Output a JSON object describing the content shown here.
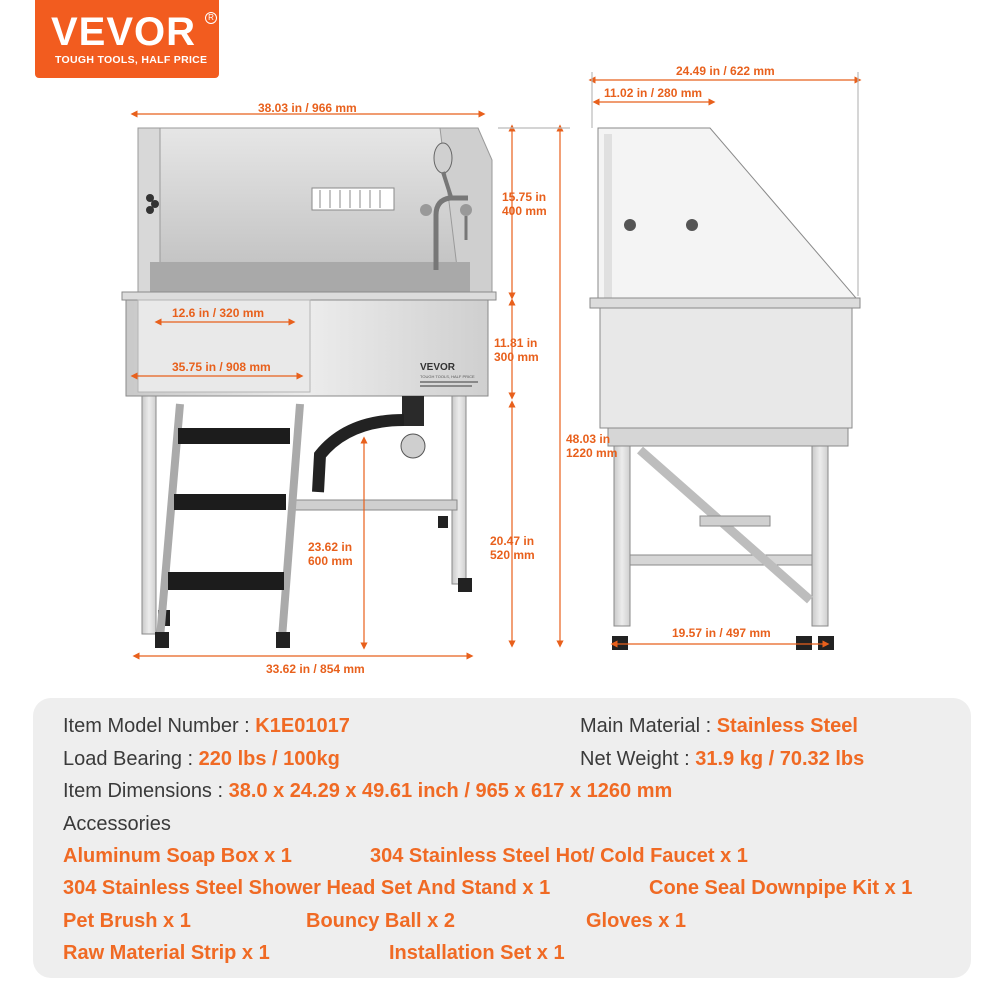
{
  "brand": {
    "name": "VEVOR",
    "tagline": "TOUGH TOOLS, HALF PRICE",
    "color": "#f25c1f"
  },
  "product_plate": {
    "brand": "VEVOR",
    "tagline": "TOUGH TOOLS, HALF PRICE"
  },
  "dimensions": {
    "front_width": "38.03 in / 966 mm",
    "inner_width": "12.6 in / 320 mm",
    "tub_width": "35.75 in / 908 mm",
    "base_width": "33.62 in / 854 mm",
    "splash_height": "15.75 in\n400 mm",
    "tub_height": "11.81 in\n300 mm",
    "total_height": "48.03 in\n1220 mm",
    "leg_height": "20.47 in\n520 mm",
    "step_height": "23.62 in\n600 mm",
    "side_depth": "24.49 in / 622 mm",
    "side_top": "11.02 in / 280 mm",
    "side_base": "19.57 in / 497 mm"
  },
  "specs": {
    "model_label": "Item Model Number : ",
    "model_value": "K1E01017",
    "material_label": "Main Material : ",
    "material_value": "Stainless Steel",
    "load_label": "Load Bearing : ",
    "load_value": "220 lbs / 100kg",
    "weight_label": "Net Weight : ",
    "weight_value": "31.9 kg / 70.32 lbs",
    "dims_label": "Item Dimensions : ",
    "dims_value": "38.0 x 24.29 x 49.61 inch / 965 x 617 x 1260 mm",
    "accessories_label": "Accessories"
  },
  "accessories": [
    "Aluminum Soap Box x 1",
    "304 Stainless Steel Hot/ Cold Faucet x 1",
    "304 Stainless Steel Shower Head Set And Stand  x 1",
    "Cone Seal Downpipe Kit x 1",
    "Pet Brush x 1",
    "Bouncy Ball x 2",
    "Gloves x 1",
    "Raw Material Strip x 1",
    "Installation Set x 1"
  ]
}
